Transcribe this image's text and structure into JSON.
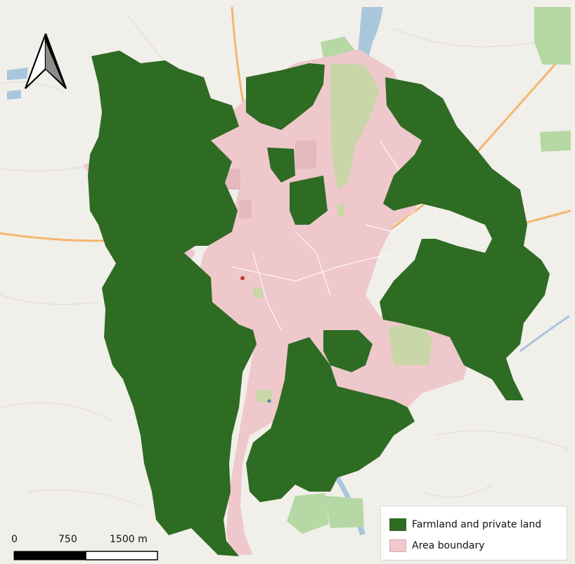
{
  "legend": {
    "items": [
      {
        "label": "Farmland and private land",
        "color": "#2e6b23"
      },
      {
        "label": "Area boundary",
        "color": "#f0c9cf"
      }
    ]
  },
  "scalebar": {
    "labels": [
      "0",
      "750",
      "1500 m"
    ]
  },
  "colors": {
    "background": "#f1efe9",
    "farmland": "#2e6b23",
    "urban": "#efc8cc",
    "water": "#a9c6dd",
    "park": "#b6d8a4",
    "main_road": "#f4b66f",
    "red_road": "#d8828a"
  },
  "icons": [
    "north-arrow-icon"
  ]
}
